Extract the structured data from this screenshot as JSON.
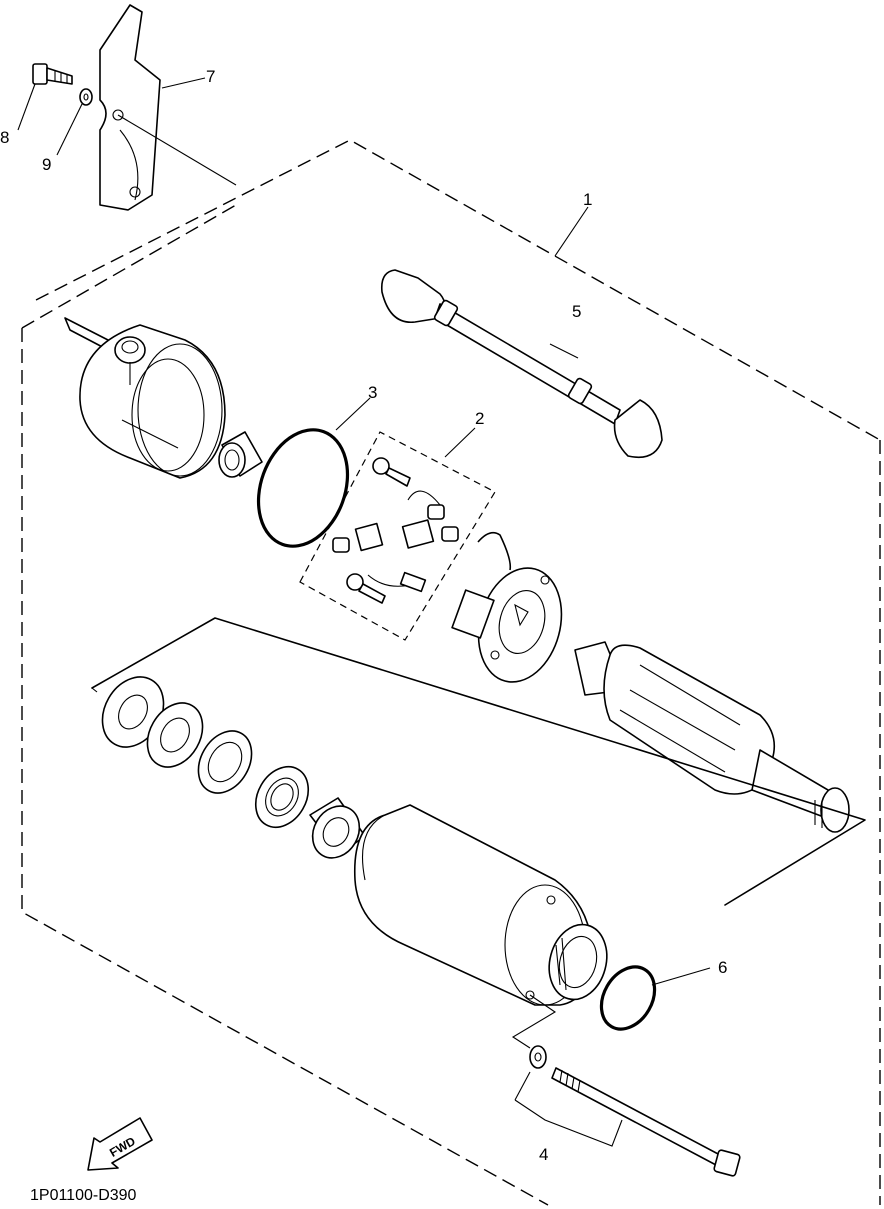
{
  "diagram": {
    "callouts": [
      {
        "id": "1",
        "label": "1"
      },
      {
        "id": "2",
        "label": "2"
      },
      {
        "id": "3",
        "label": "3"
      },
      {
        "id": "4",
        "label": "4"
      },
      {
        "id": "5",
        "label": "5"
      },
      {
        "id": "6",
        "label": "6"
      },
      {
        "id": "7",
        "label": "7"
      },
      {
        "id": "8",
        "label": "8"
      },
      {
        "id": "9",
        "label": "9"
      }
    ],
    "fwd_label": "FWD",
    "drawing_code": "1P01100-D390"
  }
}
